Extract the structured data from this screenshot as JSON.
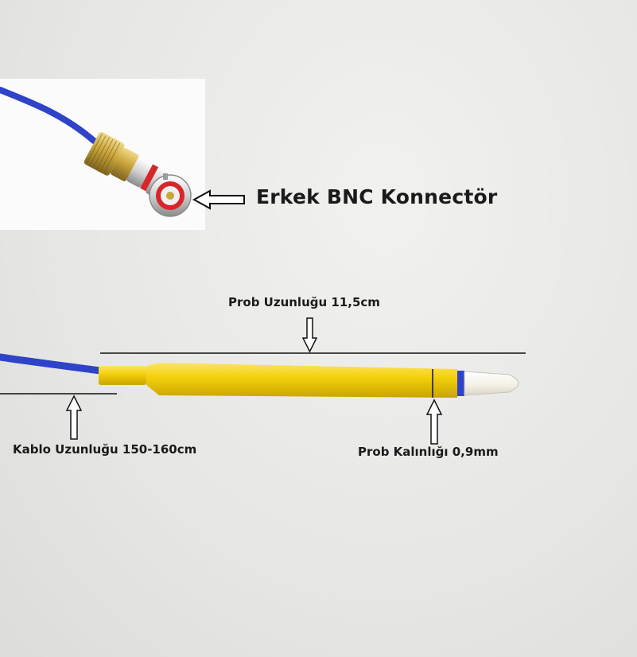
{
  "labels": {
    "connector": "Erkek BNC Konnectör",
    "probe_length": "Prob Uzunluğu 11,5cm",
    "cable_length": "Kablo Uzunluğu 150-160cm",
    "probe_thickness": "Prob Kalınlığı 0,9mm"
  },
  "colors": {
    "cable": "#2f43c9",
    "probe_body": "#f5d20c",
    "probe_tip": "#f4f2ea",
    "connector_gold": "#c9a53a",
    "connector_red": "#d7262b",
    "line": "#111111"
  },
  "icons": {
    "connector_pointer": "outline-arrow-left",
    "length_pointer": "outline-arrow-down",
    "cable_pointer": "outline-arrow-up",
    "thickness_pointer": "outline-arrow-up"
  }
}
